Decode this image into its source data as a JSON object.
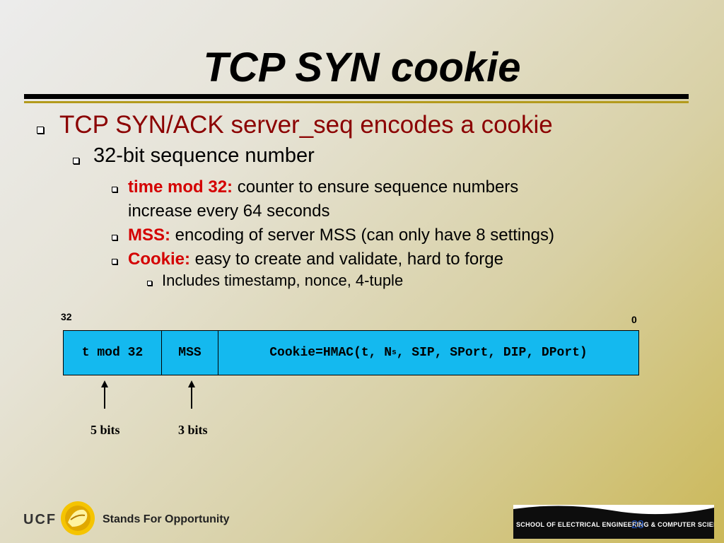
{
  "slide": {
    "title": "TCP SYN cookie",
    "bullets": {
      "l1": "TCP SYN/ACK server_seq encodes a cookie",
      "l2": "32-bit sequence number",
      "time": {
        "label": "time mod 32:",
        "text": " counter to ensure sequence numbers",
        "text2": "increase every 64 seconds"
      },
      "mss": {
        "label": "MSS:",
        "text": " encoding of server MSS (can only have 8 settings)"
      },
      "cookie": {
        "label": "Cookie:",
        "text": " easy to create and validate, hard to forge"
      },
      "l4": "Includes timestamp, nonce, 4-tuple"
    },
    "diagram": {
      "bit_high": "32",
      "bit_low": "0",
      "field1": "t mod 32",
      "field2": "MSS",
      "field3_pre": "Cookie=HMAC(t, N",
      "field3_sub": "s",
      "field3_post": ", SIP, SPort, DIP, DPort)",
      "len1": "5 bits",
      "len2": "3 bits"
    },
    "footer": {
      "org": "UCF",
      "tagline": "Stands For Opportunity",
      "school": "SCHOOL OF ELECTRICAL ENGINEERING & COMPUTER SCIENCE",
      "page": "23"
    }
  },
  "colors": {
    "accent_red": "#8b0000",
    "label_red": "#d40000",
    "field_blue": "#14b9ef",
    "gold_rule": "#b39a1c"
  }
}
